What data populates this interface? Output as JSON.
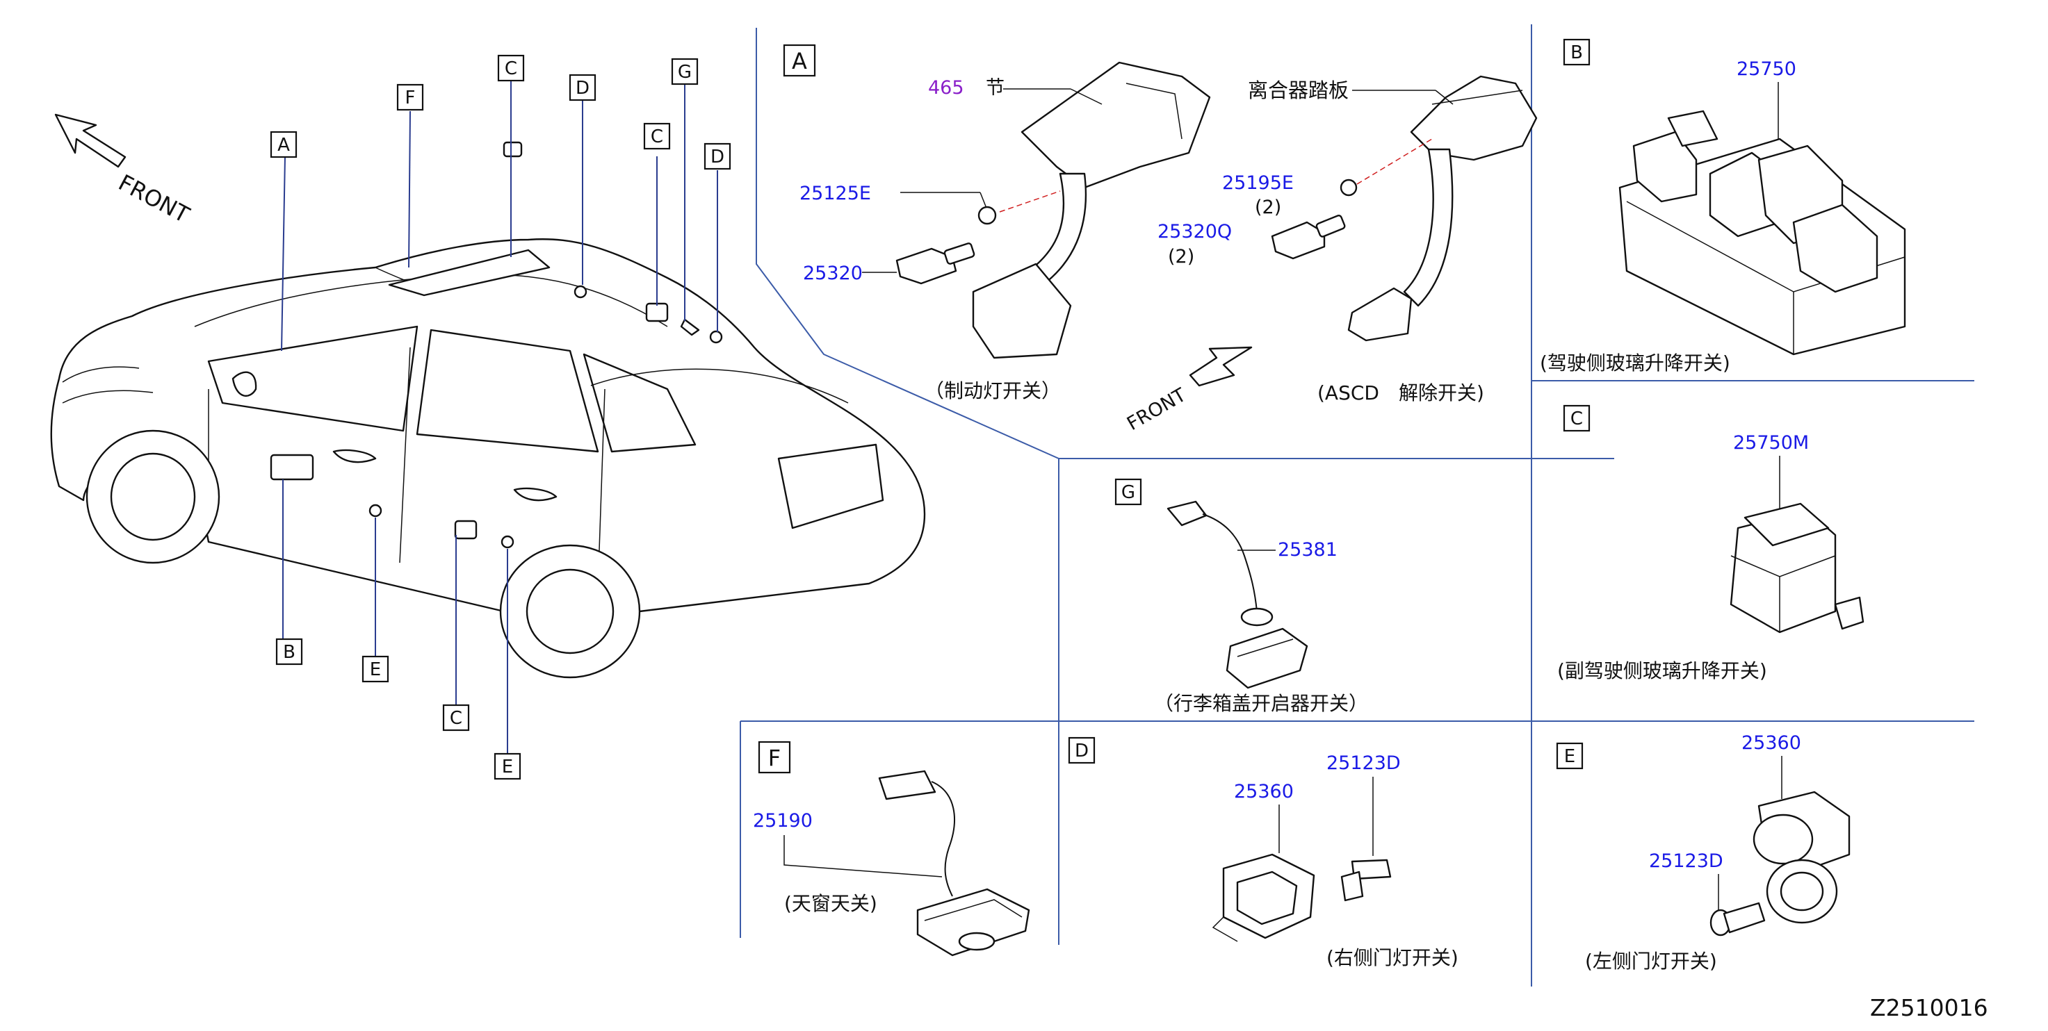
{
  "diagram_id": "Z2510016",
  "front_label": "FRONT",
  "overview": {
    "callouts": [
      "A",
      "F",
      "C",
      "D",
      "G",
      "C",
      "D",
      "B",
      "E",
      "C",
      "E"
    ]
  },
  "panels": {
    "A": {
      "letter": "A",
      "parts": [
        {
          "number": "465",
          "desc": "节"
        },
        {
          "number": "25125E"
        },
        {
          "number": "25320"
        },
        {
          "number": "25195E",
          "qty": "(2)"
        },
        {
          "number": "25320Q",
          "qty": "(2)"
        }
      ],
      "clutch_pedal_label": "离合器踏板",
      "caption_left": "（制动灯开关）",
      "caption_right": "(ASCD　解除开关)",
      "front_label": "FRONT"
    },
    "B": {
      "letter": "B",
      "part": "25750",
      "caption": "(驾驶侧玻璃升降开关)"
    },
    "C": {
      "letter": "C",
      "part": "25750M",
      "caption": "(副驾驶侧玻璃升降开关)"
    },
    "G": {
      "letter": "G",
      "part": "25381",
      "caption": "（行李箱盖开启器开关）"
    },
    "F": {
      "letter": "F",
      "part": "25190",
      "caption": "(天窗天关)"
    },
    "D": {
      "letter": "D",
      "parts": [
        "25360",
        "25123D"
      ],
      "caption": "(右侧门灯开关)"
    },
    "E": {
      "letter": "E",
      "parts": [
        "25360",
        "25123D"
      ],
      "caption": "(左侧门灯开关)"
    }
  }
}
